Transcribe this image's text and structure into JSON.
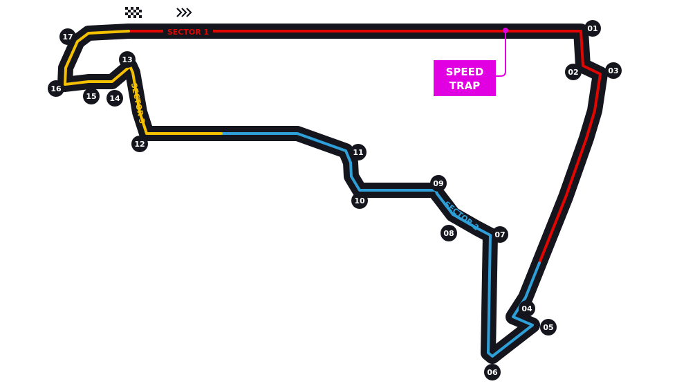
{
  "circuit": {
    "sectors": [
      {
        "id": "sector-1",
        "label": "SECTOR 1",
        "color": "#e10600"
      },
      {
        "id": "sector-2",
        "label": "SECTOR 2",
        "color": "#2f9fd8"
      },
      {
        "id": "sector-3",
        "label": "SECTOR 3",
        "color": "#f5c000"
      }
    ],
    "track_color": "#15151e",
    "speed_trap": {
      "line1": "SPEED",
      "line2": "TRAP",
      "color": "#e100e1"
    },
    "icons": {
      "start": "checkered-flag-icon",
      "direction": "race-direction-chevrons-icon"
    },
    "turns": [
      "01",
      "02",
      "03",
      "04",
      "05",
      "06",
      "07",
      "08",
      "09",
      "10",
      "11",
      "12",
      "13",
      "14",
      "15",
      "16",
      "17"
    ]
  }
}
